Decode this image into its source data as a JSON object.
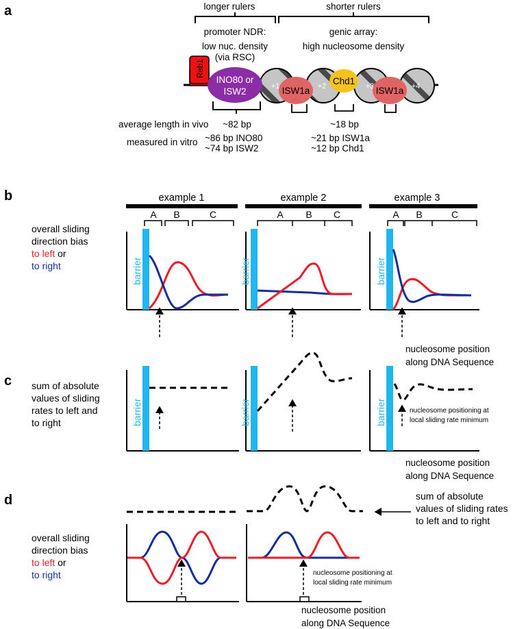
{
  "colors": {
    "red": "#ee1c25",
    "blue": "#142d9a",
    "barrier": "#21b7ee",
    "reb1": "#ee1111",
    "ino80": "#8b2ea6",
    "isw1a": "#e06464",
    "chd1": "#f7c21b",
    "nuc_fill": "#c5c5c5"
  },
  "panel_a": {
    "letter": "a",
    "longer_rulers": "longer rulers",
    "shorter_rulers": "shorter rulers",
    "promoter_ndr": "promoter NDR:",
    "low_density_1": "low nuc. density",
    "low_density_2": "(via RSC)",
    "genic_array": "genic array:",
    "high_density": "high nucleosome density",
    "reb1": "Reb1",
    "ino80_1": "INO80 or",
    "ino80_2": "ISW2",
    "nuc_p1": "+1",
    "nuc_p2": "+2",
    "nuc_p3": "+3",
    "nuc_p4": "+4",
    "isw1a": "ISW1a",
    "chd1": "Chd1",
    "avg_length_label": "average length in vivo",
    "avg_82": "~82 bp",
    "avg_18": "~18 bp",
    "measured_label": "measured in vitro",
    "ino80_bp": "~86  bp INO80",
    "isw2_bp": "~74  bp ISW2",
    "isw1a_bp": "~21 bp ISW1a",
    "chd1_bp": "~12 bp Chd1"
  },
  "panel_b": {
    "letter": "b",
    "ylabel_1": "overall sliding",
    "ylabel_2": "direction bias",
    "to_left": "to left",
    "or": " or",
    "to_right": "to right",
    "examples": [
      "example 1",
      "example 2",
      "example 3"
    ],
    "seg_A": "A",
    "seg_B": "B",
    "seg_C": "C",
    "barrier": "barrier",
    "xlabel_1": "nucleosome position",
    "xlabel_2": "along DNA Sequence"
  },
  "panel_c": {
    "letter": "c",
    "ylabel_1": "sum of absolute",
    "ylabel_2": "values of sliding",
    "ylabel_3": "rates to left and",
    "ylabel_4": "to right",
    "barrier": "barrier",
    "note_1": "nucleosome positioning at",
    "note_2": "local sliding rate minimum",
    "xlabel_1": "nucleosome position",
    "xlabel_2": "along DNA Sequence"
  },
  "panel_d": {
    "letter": "d",
    "ylabel_1": "overall sliding",
    "ylabel_2": "direction bias",
    "to_left": "to left",
    "or": " or",
    "to_right": "to right",
    "sum_1": "sum of absolute",
    "sum_2": "values of sliding rates",
    "sum_3": "to left and to right",
    "note_1": "nucleosome positioning at",
    "note_2": "local sliding rate minimum",
    "xlabel_1": "nucleosome position",
    "xlabel_2": "along DNA Sequence"
  }
}
